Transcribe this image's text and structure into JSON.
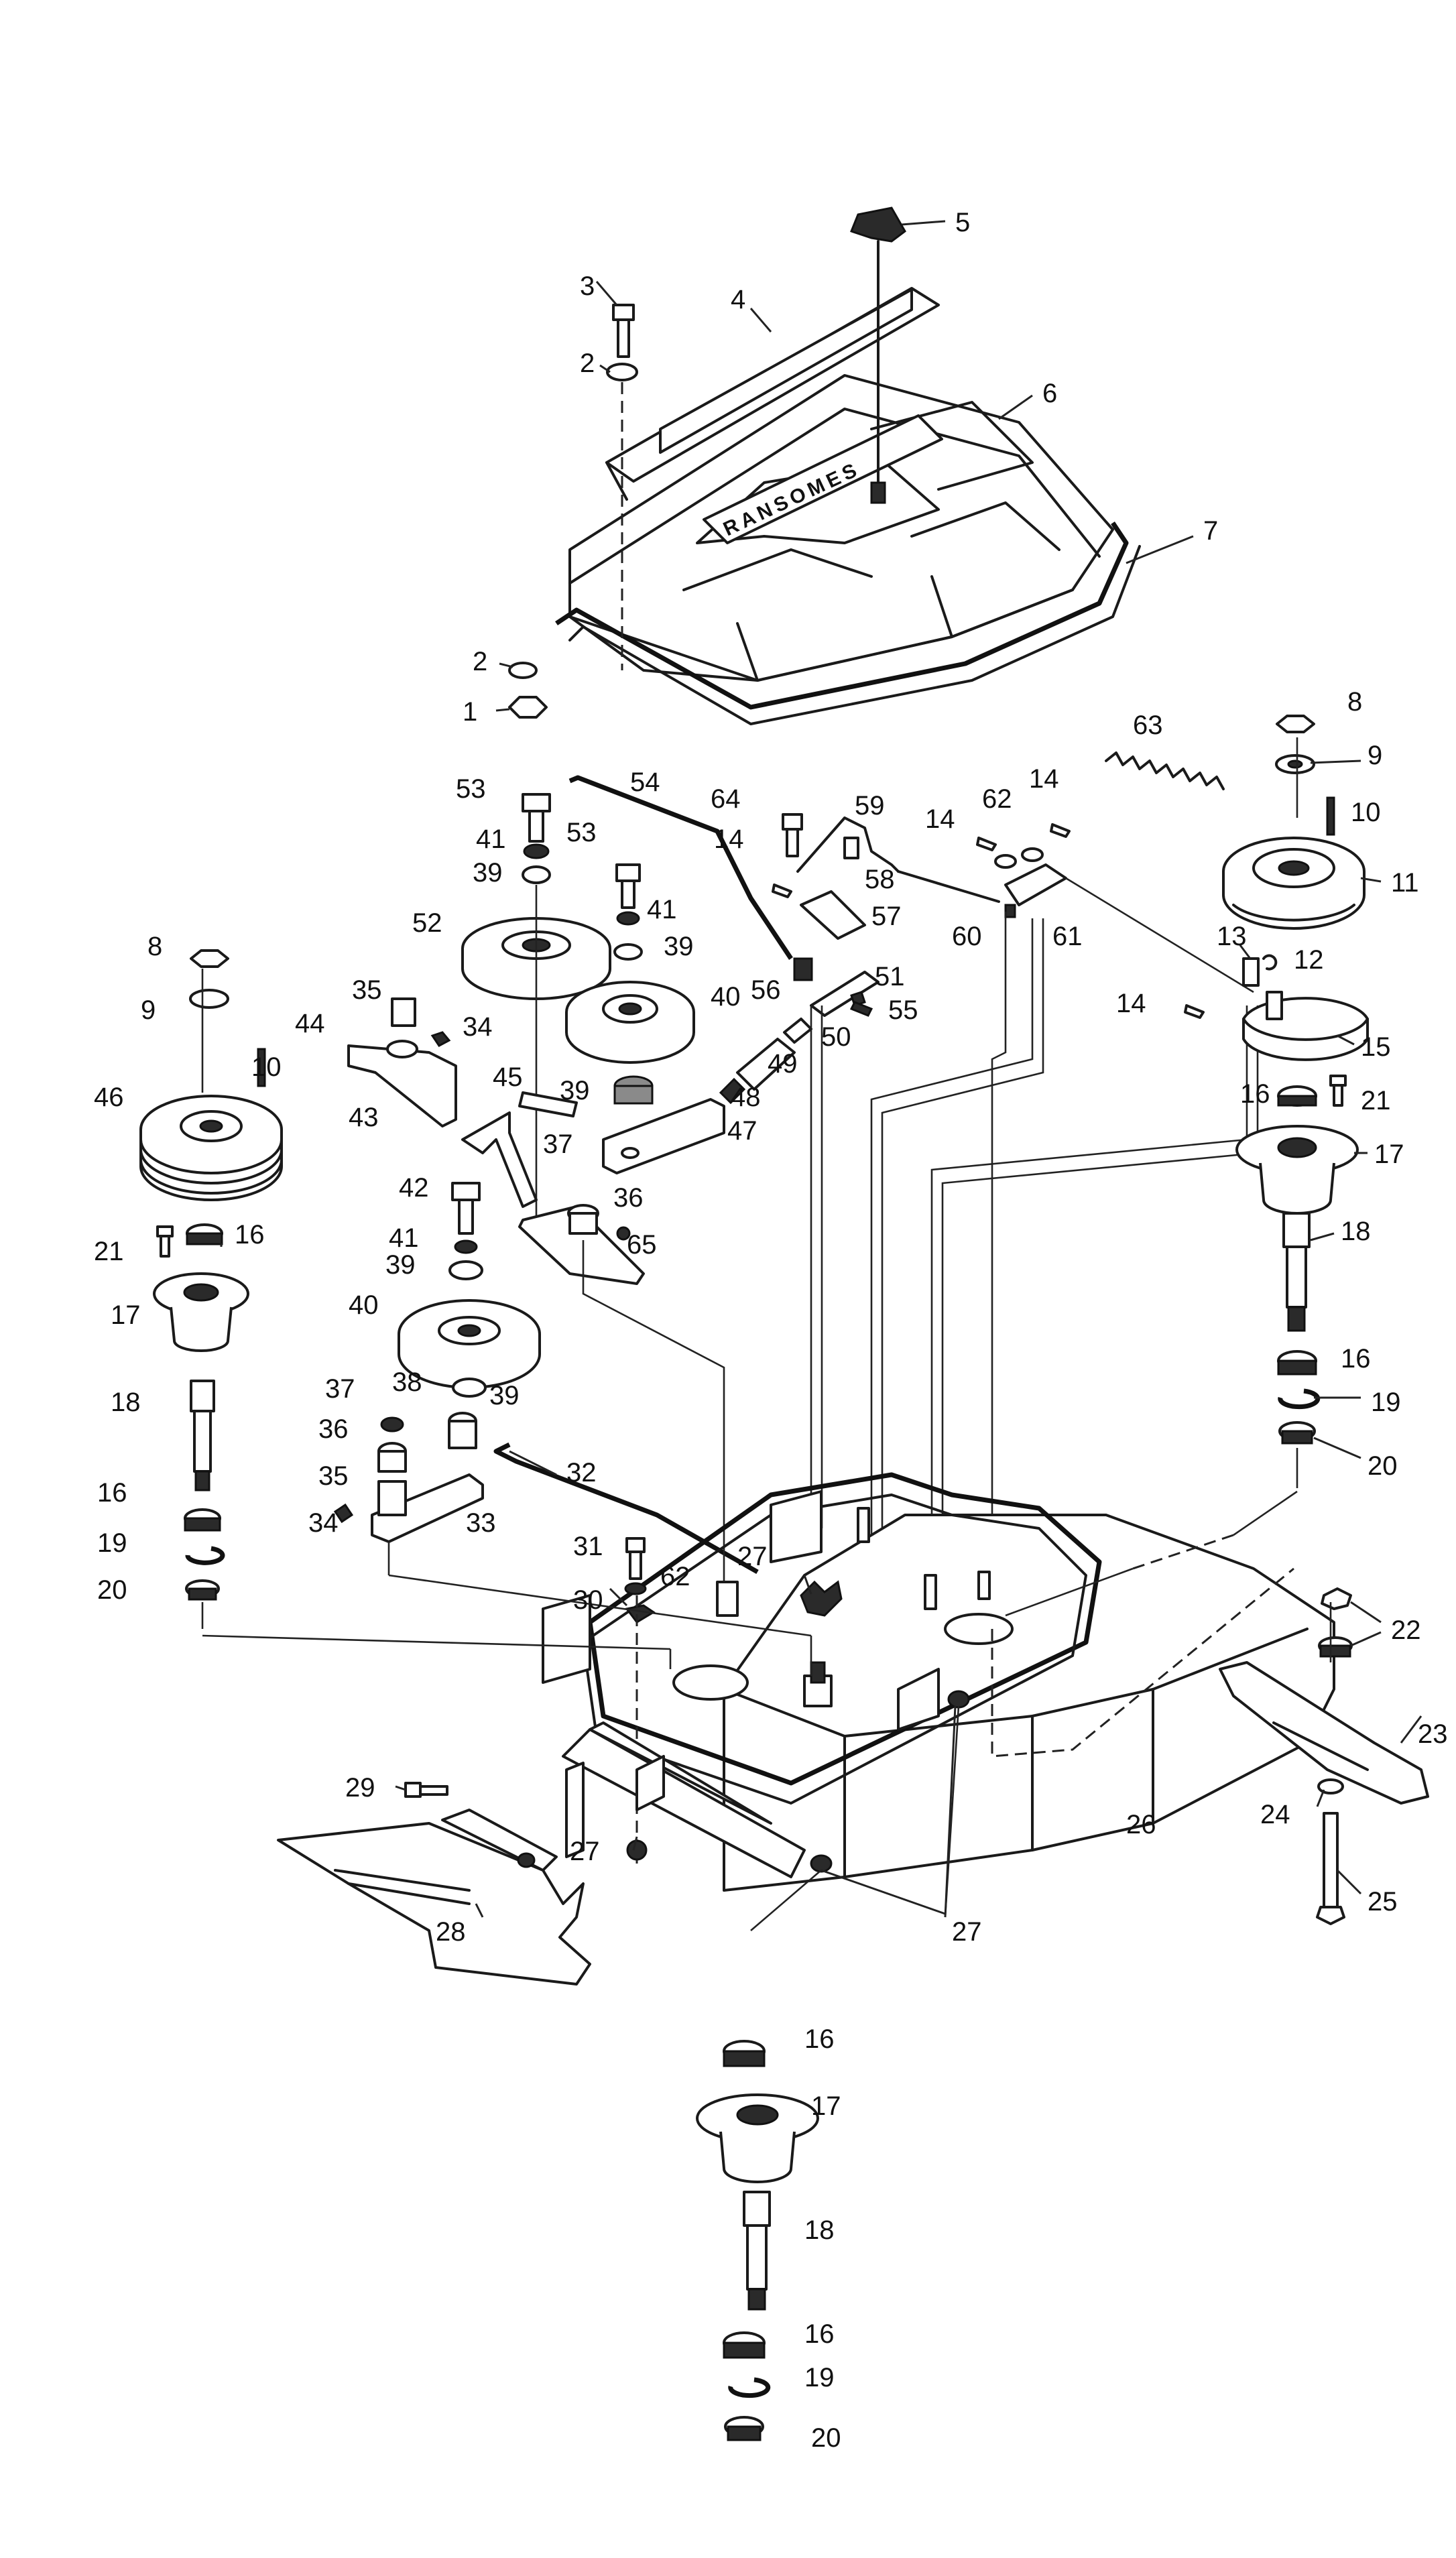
{
  "diagram": {
    "brand_text": "RANSOMES",
    "callouts": [
      {
        "id": "c1",
        "text": "1"
      },
      {
        "id": "c2a",
        "text": "2"
      },
      {
        "id": "c2b",
        "text": "2"
      },
      {
        "id": "c3",
        "text": "3"
      },
      {
        "id": "c4",
        "text": "4"
      },
      {
        "id": "c5",
        "text": "5"
      },
      {
        "id": "c6",
        "text": "6"
      },
      {
        "id": "c7",
        "text": "7"
      },
      {
        "id": "c8r",
        "text": "8"
      },
      {
        "id": "c9r",
        "text": "9"
      },
      {
        "id": "c10r",
        "text": "10"
      },
      {
        "id": "c11",
        "text": "11"
      },
      {
        "id": "c12",
        "text": "12"
      },
      {
        "id": "c13",
        "text": "13"
      },
      {
        "id": "c14a",
        "text": "14"
      },
      {
        "id": "c14b",
        "text": "14"
      },
      {
        "id": "c14c",
        "text": "14"
      },
      {
        "id": "c14d",
        "text": "14"
      },
      {
        "id": "c15",
        "text": "15"
      },
      {
        "id": "c16r1",
        "text": "16"
      },
      {
        "id": "c21r",
        "text": "21"
      },
      {
        "id": "c17r",
        "text": "17"
      },
      {
        "id": "c18r",
        "text": "18"
      },
      {
        "id": "c16r2",
        "text": "16"
      },
      {
        "id": "c19r",
        "text": "19"
      },
      {
        "id": "c20r",
        "text": "20"
      },
      {
        "id": "c22",
        "text": "22"
      },
      {
        "id": "c23",
        "text": "23"
      },
      {
        "id": "c24",
        "text": "24"
      },
      {
        "id": "c25",
        "text": "25"
      },
      {
        "id": "c26",
        "text": "26"
      },
      {
        "id": "c27a",
        "text": "27"
      },
      {
        "id": "c27b",
        "text": "27"
      },
      {
        "id": "c27c",
        "text": "27"
      },
      {
        "id": "c28",
        "text": "28"
      },
      {
        "id": "c29",
        "text": "29"
      },
      {
        "id": "c30",
        "text": "30"
      },
      {
        "id": "c31",
        "text": "31"
      },
      {
        "id": "c62b",
        "text": "62"
      },
      {
        "id": "c32",
        "text": "32"
      },
      {
        "id": "c33",
        "text": "33"
      },
      {
        "id": "c34a",
        "text": "34"
      },
      {
        "id": "c34b",
        "text": "34"
      },
      {
        "id": "c35a",
        "text": "35"
      },
      {
        "id": "c35b",
        "text": "35"
      },
      {
        "id": "c36a",
        "text": "36"
      },
      {
        "id": "c36b",
        "text": "36"
      },
      {
        "id": "c37a",
        "text": "37"
      },
      {
        "id": "c37b",
        "text": "37"
      },
      {
        "id": "c38",
        "text": "38"
      },
      {
        "id": "c39a",
        "text": "39"
      },
      {
        "id": "c39b",
        "text": "39"
      },
      {
        "id": "c39c",
        "text": "39"
      },
      {
        "id": "c39d",
        "text": "39"
      },
      {
        "id": "c39e",
        "text": "39"
      },
      {
        "id": "c40a",
        "text": "40"
      },
      {
        "id": "c40b",
        "text": "40"
      },
      {
        "id": "c41a",
        "text": "41"
      },
      {
        "id": "c41b",
        "text": "41"
      },
      {
        "id": "c41c",
        "text": "41"
      },
      {
        "id": "c42",
        "text": "42"
      },
      {
        "id": "c43",
        "text": "43"
      },
      {
        "id": "c44",
        "text": "44"
      },
      {
        "id": "c45",
        "text": "45"
      },
      {
        "id": "c46",
        "text": "46"
      },
      {
        "id": "c47",
        "text": "47"
      },
      {
        "id": "c48",
        "text": "48"
      },
      {
        "id": "c49",
        "text": "49"
      },
      {
        "id": "c50",
        "text": "50"
      },
      {
        "id": "c51",
        "text": "51"
      },
      {
        "id": "c52",
        "text": "52"
      },
      {
        "id": "c53a",
        "text": "53"
      },
      {
        "id": "c53b",
        "text": "53"
      },
      {
        "id": "c54",
        "text": "54"
      },
      {
        "id": "c55",
        "text": "55"
      },
      {
        "id": "c56",
        "text": "56"
      },
      {
        "id": "c57",
        "text": "57"
      },
      {
        "id": "c58",
        "text": "58"
      },
      {
        "id": "c59",
        "text": "59"
      },
      {
        "id": "c60",
        "text": "60"
      },
      {
        "id": "c61",
        "text": "61"
      },
      {
        "id": "c62a",
        "text": "62"
      },
      {
        "id": "c63",
        "text": "63"
      },
      {
        "id": "c64",
        "text": "64"
      },
      {
        "id": "c65",
        "text": "65"
      },
      {
        "id": "c8l",
        "text": "8"
      },
      {
        "id": "c9l",
        "text": "9"
      },
      {
        "id": "c10l",
        "text": "10"
      },
      {
        "id": "c21l",
        "text": "21"
      },
      {
        "id": "c16l1",
        "text": "16"
      },
      {
        "id": "c17l",
        "text": "17"
      },
      {
        "id": "c18l",
        "text": "18"
      },
      {
        "id": "c16l2",
        "text": "16"
      },
      {
        "id": "c19l",
        "text": "19"
      },
      {
        "id": "c20l",
        "text": "20"
      },
      {
        "id": "c16c1",
        "text": "16"
      },
      {
        "id": "c17c",
        "text": "17"
      },
      {
        "id": "c18c",
        "text": "18"
      },
      {
        "id": "c16c2",
        "text": "16"
      },
      {
        "id": "c19c",
        "text": "19"
      },
      {
        "id": "c20c",
        "text": "20"
      }
    ]
  }
}
